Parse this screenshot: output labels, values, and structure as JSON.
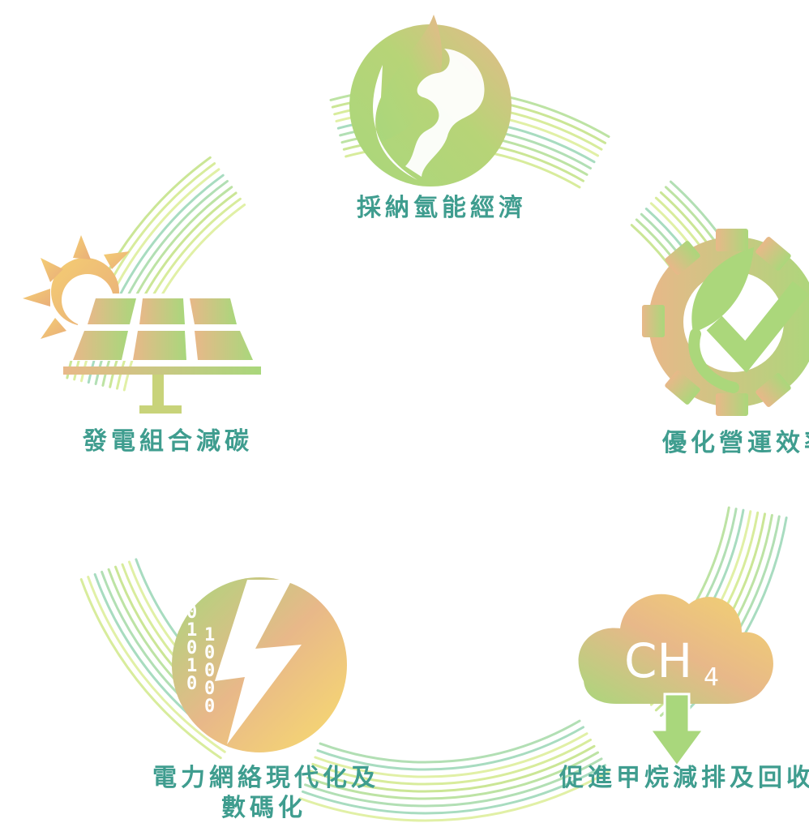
{
  "nodes": [
    {
      "label": "採納氫能經濟",
      "icon": "earth-leaf-icon"
    },
    {
      "label": "優化營運效率",
      "icon": "gear-leaf-check-icon"
    },
    {
      "label": "促進甲烷減排及回收",
      "icon": "methane-cloud-icon",
      "icon_text": "CH",
      "icon_subscript": "4"
    },
    {
      "label_line1": "電力網絡現代化及",
      "label_line2": "數碼化",
      "icon": "lightning-binary-icon",
      "binary_digits": [
        "1",
        "0",
        "1",
        "0",
        "1",
        "0",
        "1",
        "0",
        "0",
        "0",
        "0"
      ]
    },
    {
      "label": "發電組合減碳",
      "icon": "solar-panel-sun-icon"
    }
  ],
  "colors": {
    "label": "#3f9d8f",
    "gradient_green": "#a7d67a",
    "gradient_orange": "#e9b88a",
    "gradient_yellow": "#f8db6f",
    "ring_light": "#d8ec9c",
    "ring_teal": "#a8dcc0"
  }
}
